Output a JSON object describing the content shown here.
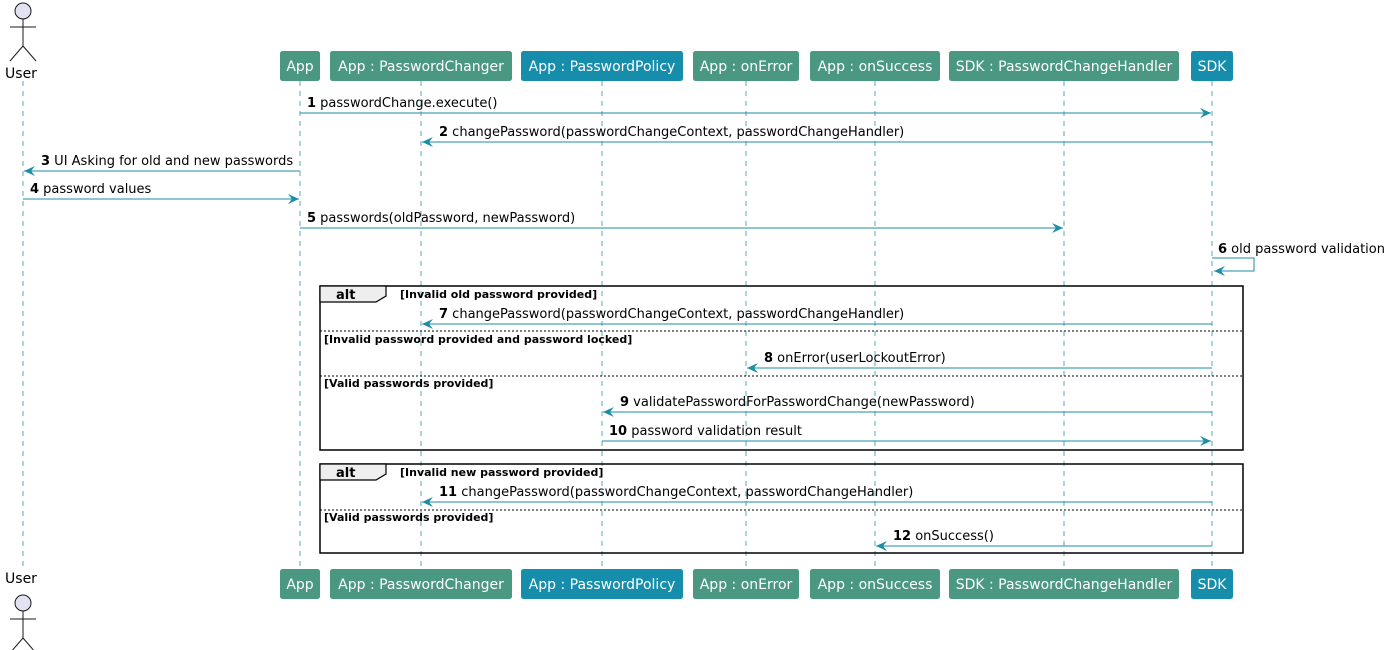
{
  "diagram": {
    "type": "sequence",
    "colors": {
      "participant_green": "#4a9882",
      "participant_blue": "#168eab",
      "arrow": "#1b8ea6",
      "lifeline": "#1b8ea6",
      "actor_fill": "#e2e2f0",
      "frame": "#000000",
      "frame_label_bg": "#eeeeee"
    },
    "participants": [
      {
        "id": "user",
        "label": "User",
        "kind": "actor"
      },
      {
        "id": "app",
        "label": "App",
        "kind": "box",
        "color": "green"
      },
      {
        "id": "changer",
        "label": "App : PasswordChanger",
        "kind": "box",
        "color": "green"
      },
      {
        "id": "policy",
        "label": "App : PasswordPolicy",
        "kind": "box",
        "color": "blue"
      },
      {
        "id": "onerror",
        "label": "App : onError",
        "kind": "box",
        "color": "green"
      },
      {
        "id": "onsuccess",
        "label": "App : onSuccess",
        "kind": "box",
        "color": "green"
      },
      {
        "id": "handler",
        "label": "SDK : PasswordChangeHandler",
        "kind": "box",
        "color": "green"
      },
      {
        "id": "sdk",
        "label": "SDK",
        "kind": "box",
        "color": "blue"
      }
    ],
    "messages": [
      {
        "num": "1",
        "text": "passwordChange.execute()",
        "from": "app",
        "to": "sdk"
      },
      {
        "num": "2",
        "text": "changePassword(passwordChangeContext, passwordChangeHandler)",
        "from": "sdk",
        "to": "changer"
      },
      {
        "num": "3",
        "text": "UI Asking for old and new passwords",
        "from": "app",
        "to": "user"
      },
      {
        "num": "4",
        "text": "password values",
        "from": "user",
        "to": "app"
      },
      {
        "num": "5",
        "text": "passwords(oldPassword, newPassword)",
        "from": "app",
        "to": "handler"
      },
      {
        "num": "6",
        "text": "old password validation",
        "from": "sdk",
        "to": "sdk"
      },
      {
        "num": "7",
        "text": "changePassword(passwordChangeContext, passwordChangeHandler)",
        "from": "sdk",
        "to": "changer"
      },
      {
        "num": "8",
        "text": "onError(userLockoutError)",
        "from": "sdk",
        "to": "onerror"
      },
      {
        "num": "9",
        "text": "validatePasswordForPasswordChange(newPassword)",
        "from": "sdk",
        "to": "policy"
      },
      {
        "num": "10",
        "text": "password validation result",
        "from": "policy",
        "to": "sdk"
      },
      {
        "num": "11",
        "text": "changePassword(passwordChangeContext, passwordChangeHandler)",
        "from": "sdk",
        "to": "changer"
      },
      {
        "num": "12",
        "text": "onSuccess()",
        "from": "sdk",
        "to": "onsuccess"
      }
    ],
    "fragments": [
      {
        "label": "alt",
        "sections": [
          {
            "guard": "[Invalid old password provided]"
          },
          {
            "guard": "[Invalid password provided and password locked]"
          },
          {
            "guard": "[Valid passwords provided]"
          }
        ]
      },
      {
        "label": "alt",
        "sections": [
          {
            "guard": "[Invalid new password provided]"
          },
          {
            "guard": "[Valid passwords provided]"
          }
        ]
      }
    ]
  }
}
